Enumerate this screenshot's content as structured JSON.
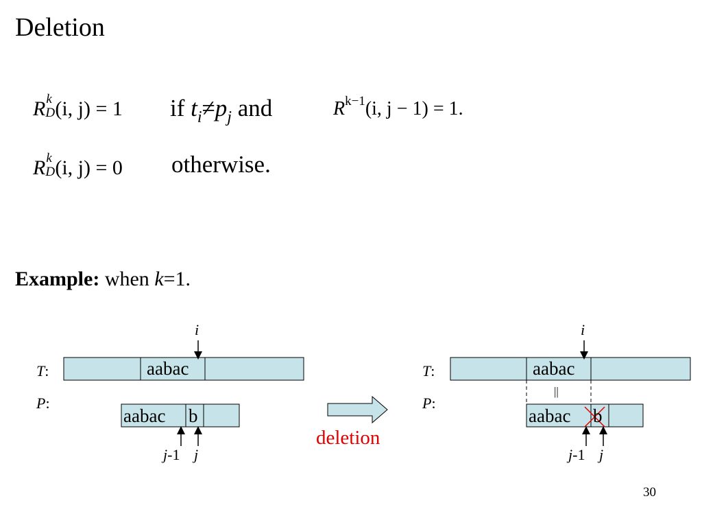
{
  "slide": {
    "title": "Deletion",
    "page_number": "30"
  },
  "formulas": {
    "f1": {
      "lhs_R": "R",
      "lhs_sup": "k",
      "lhs_sub": "D",
      "lhs_args": "(i, j) = 1",
      "cond_if": "if ",
      "cond_t": "t",
      "cond_i": "i",
      "cond_neq": "≠",
      "cond_p": "p",
      "cond_j": "j",
      "cond_and": " and",
      "rhs_R": "R",
      "rhs_sup": "k−1",
      "rhs_args": "(i, j − 1) = 1."
    },
    "f2": {
      "lhs_R": "R",
      "lhs_sup": "k",
      "lhs_sub": "D",
      "lhs_args": "(i, j) = 0",
      "otherwise": "otherwise."
    }
  },
  "example": {
    "bold": "Example:",
    "text": " when ",
    "var": "k",
    "rest": "=1."
  },
  "diagram": {
    "colors": {
      "cell_fill": "#c5e3e8",
      "cell_stroke": "#000000",
      "cross": "#e00000",
      "arrow_fill": "#c5e3e8"
    },
    "T_label": "T",
    "P_label": "P",
    "colon": ":",
    "i_label": "i",
    "j_label": "j",
    "jminus1_j": "j",
    "jminus1_rest": "-1",
    "aabac": "aabac",
    "b": "b",
    "bars": "||",
    "deletion": "deletion"
  }
}
